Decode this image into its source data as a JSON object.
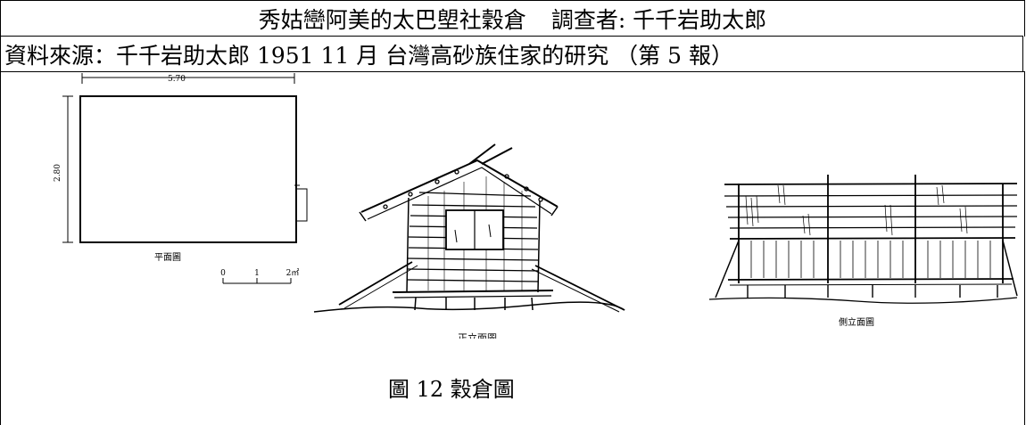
{
  "header": {
    "title": "秀姑巒阿美的太巴塱社穀倉",
    "investigator_label": "調查者: 千千岩助太郎"
  },
  "source": {
    "text": "資料來源：千千岩助太郎 1951 11 月 台灣高砂族住家的研究 （第 5 報）"
  },
  "figure": {
    "plan": {
      "width_dim": "5.70",
      "depth_dim": "2.80",
      "label": "平面圖",
      "scale_ticks": [
        "0",
        "1",
        "2㎡"
      ]
    },
    "front_label": "正立面圖",
    "side_label": "側立面圖",
    "caption": "圖 12  穀倉圖"
  }
}
